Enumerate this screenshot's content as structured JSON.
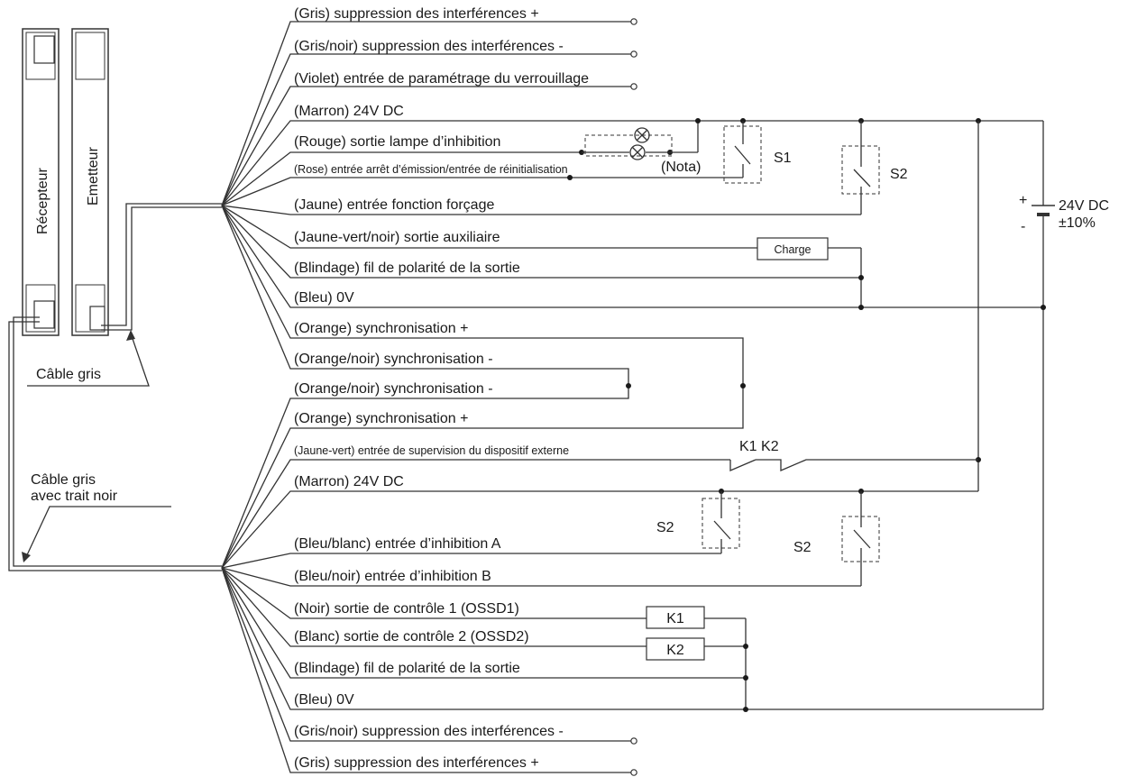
{
  "devices": {
    "receiver": "Récepteur",
    "emitter": "Emetteur"
  },
  "cables": {
    "gray": "Câble gris",
    "gray_black_line_1": "Câble gris",
    "gray_black_line_2": "avec trait noir"
  },
  "emitter_wires": [
    "(Gris) suppression des interférences +",
    "(Gris/noir) suppression des interférences -",
    "(Violet) entrée de paramétrage du verrouillage",
    "(Marron) 24V DC",
    "(Rouge) sortie lampe d’inhibition",
    "(Rose) entrée arrêt d’émission/entrée de réinitialisation",
    "(Jaune) entrée fonction forçage",
    "(Jaune-vert/noir) sortie auxiliaire",
    "(Blindage) fil de polarité de la sortie",
    "(Bleu) 0V",
    "(Orange) synchronisation +",
    "(Orange/noir) synchronisation -"
  ],
  "receiver_wires": [
    "(Orange/noir) synchronisation -",
    "(Orange) synchronisation +",
    "(Jaune-vert) entrée de supervision du dispositif externe",
    "(Marron) 24V DC",
    "(Bleu/blanc) entrée d’inhibition A",
    "(Bleu/noir) entrée d’inhibition B",
    "(Noir) sortie de contrôle 1 (OSSD1)",
    "(Blanc) sortie de contrôle 2 (OSSD2)",
    "(Blindage) fil de polarité de la sortie",
    "(Bleu) 0V",
    "(Gris/noir) suppression des interférences -",
    "(Gris) suppression des interférences +"
  ],
  "components": {
    "nota": "(Nota)",
    "s1": "S1",
    "s2_top": "S2",
    "s2_a": "S2",
    "s2_b": "S2",
    "load": "Charge",
    "k1k2_contacts": "K1 K2",
    "k1": "K1",
    "k2": "K2"
  },
  "supply": {
    "plus": "+",
    "minus": "-",
    "voltage": "24V DC",
    "tolerance": "±10%"
  }
}
